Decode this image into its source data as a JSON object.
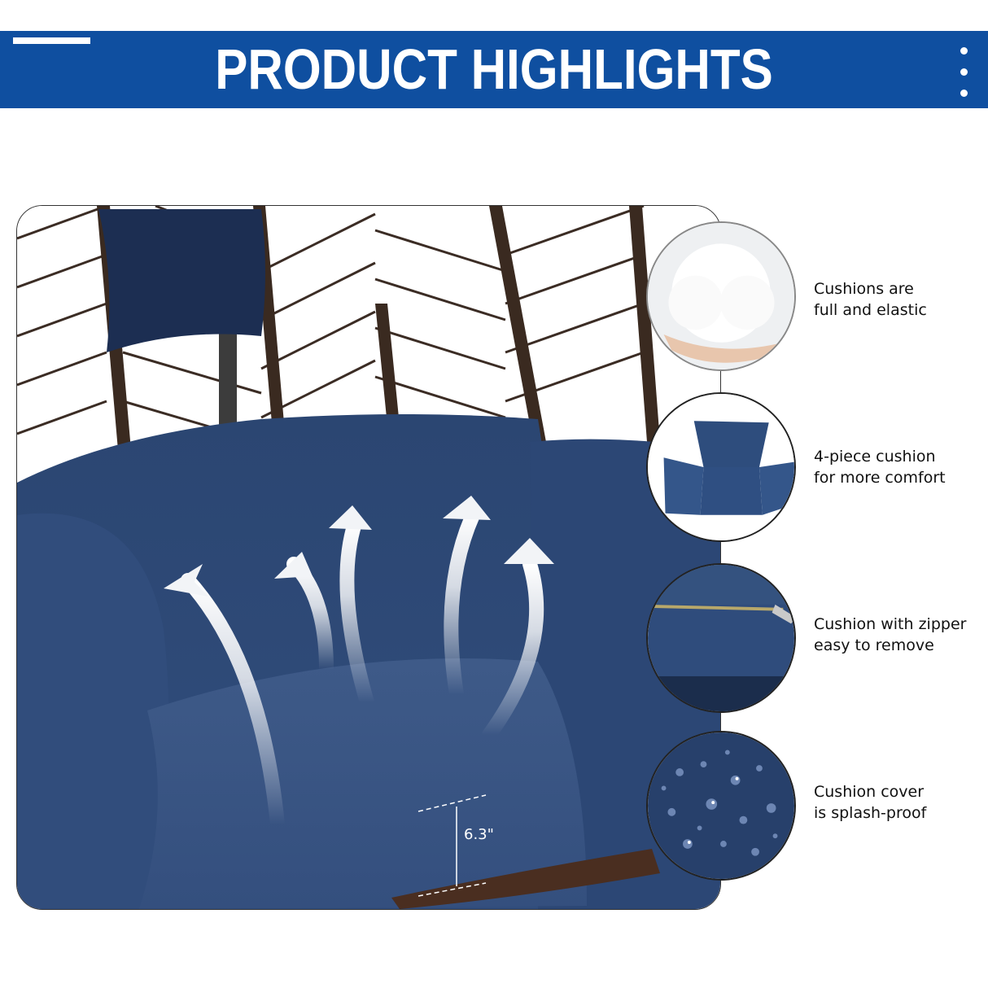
{
  "header": {
    "title": "PRODUCT HIGHLIGHTS",
    "background_color": "#0f4fa0",
    "text_color": "#ffffff"
  },
  "main_image": {
    "subject": "hanging egg chair with navy blue cushions and brown wicker frame",
    "cushion_color": "#2f4a78",
    "frame_color": "#3a2a20",
    "airflow_arrows": 5,
    "dimension_label": "6.3\""
  },
  "features": [
    {
      "icon": "cotton-fill-icon",
      "line1": "Cushions are",
      "line2": "full and elastic"
    },
    {
      "icon": "four-piece-cushion-icon",
      "line1": "4-piece cushion",
      "line2": "for more comfort"
    },
    {
      "icon": "zipper-icon",
      "line1": "Cushion with zipper",
      "line2": "easy to remove"
    },
    {
      "icon": "water-droplets-icon",
      "line1": "Cushion cover",
      "line2": "is splash-proof"
    }
  ]
}
